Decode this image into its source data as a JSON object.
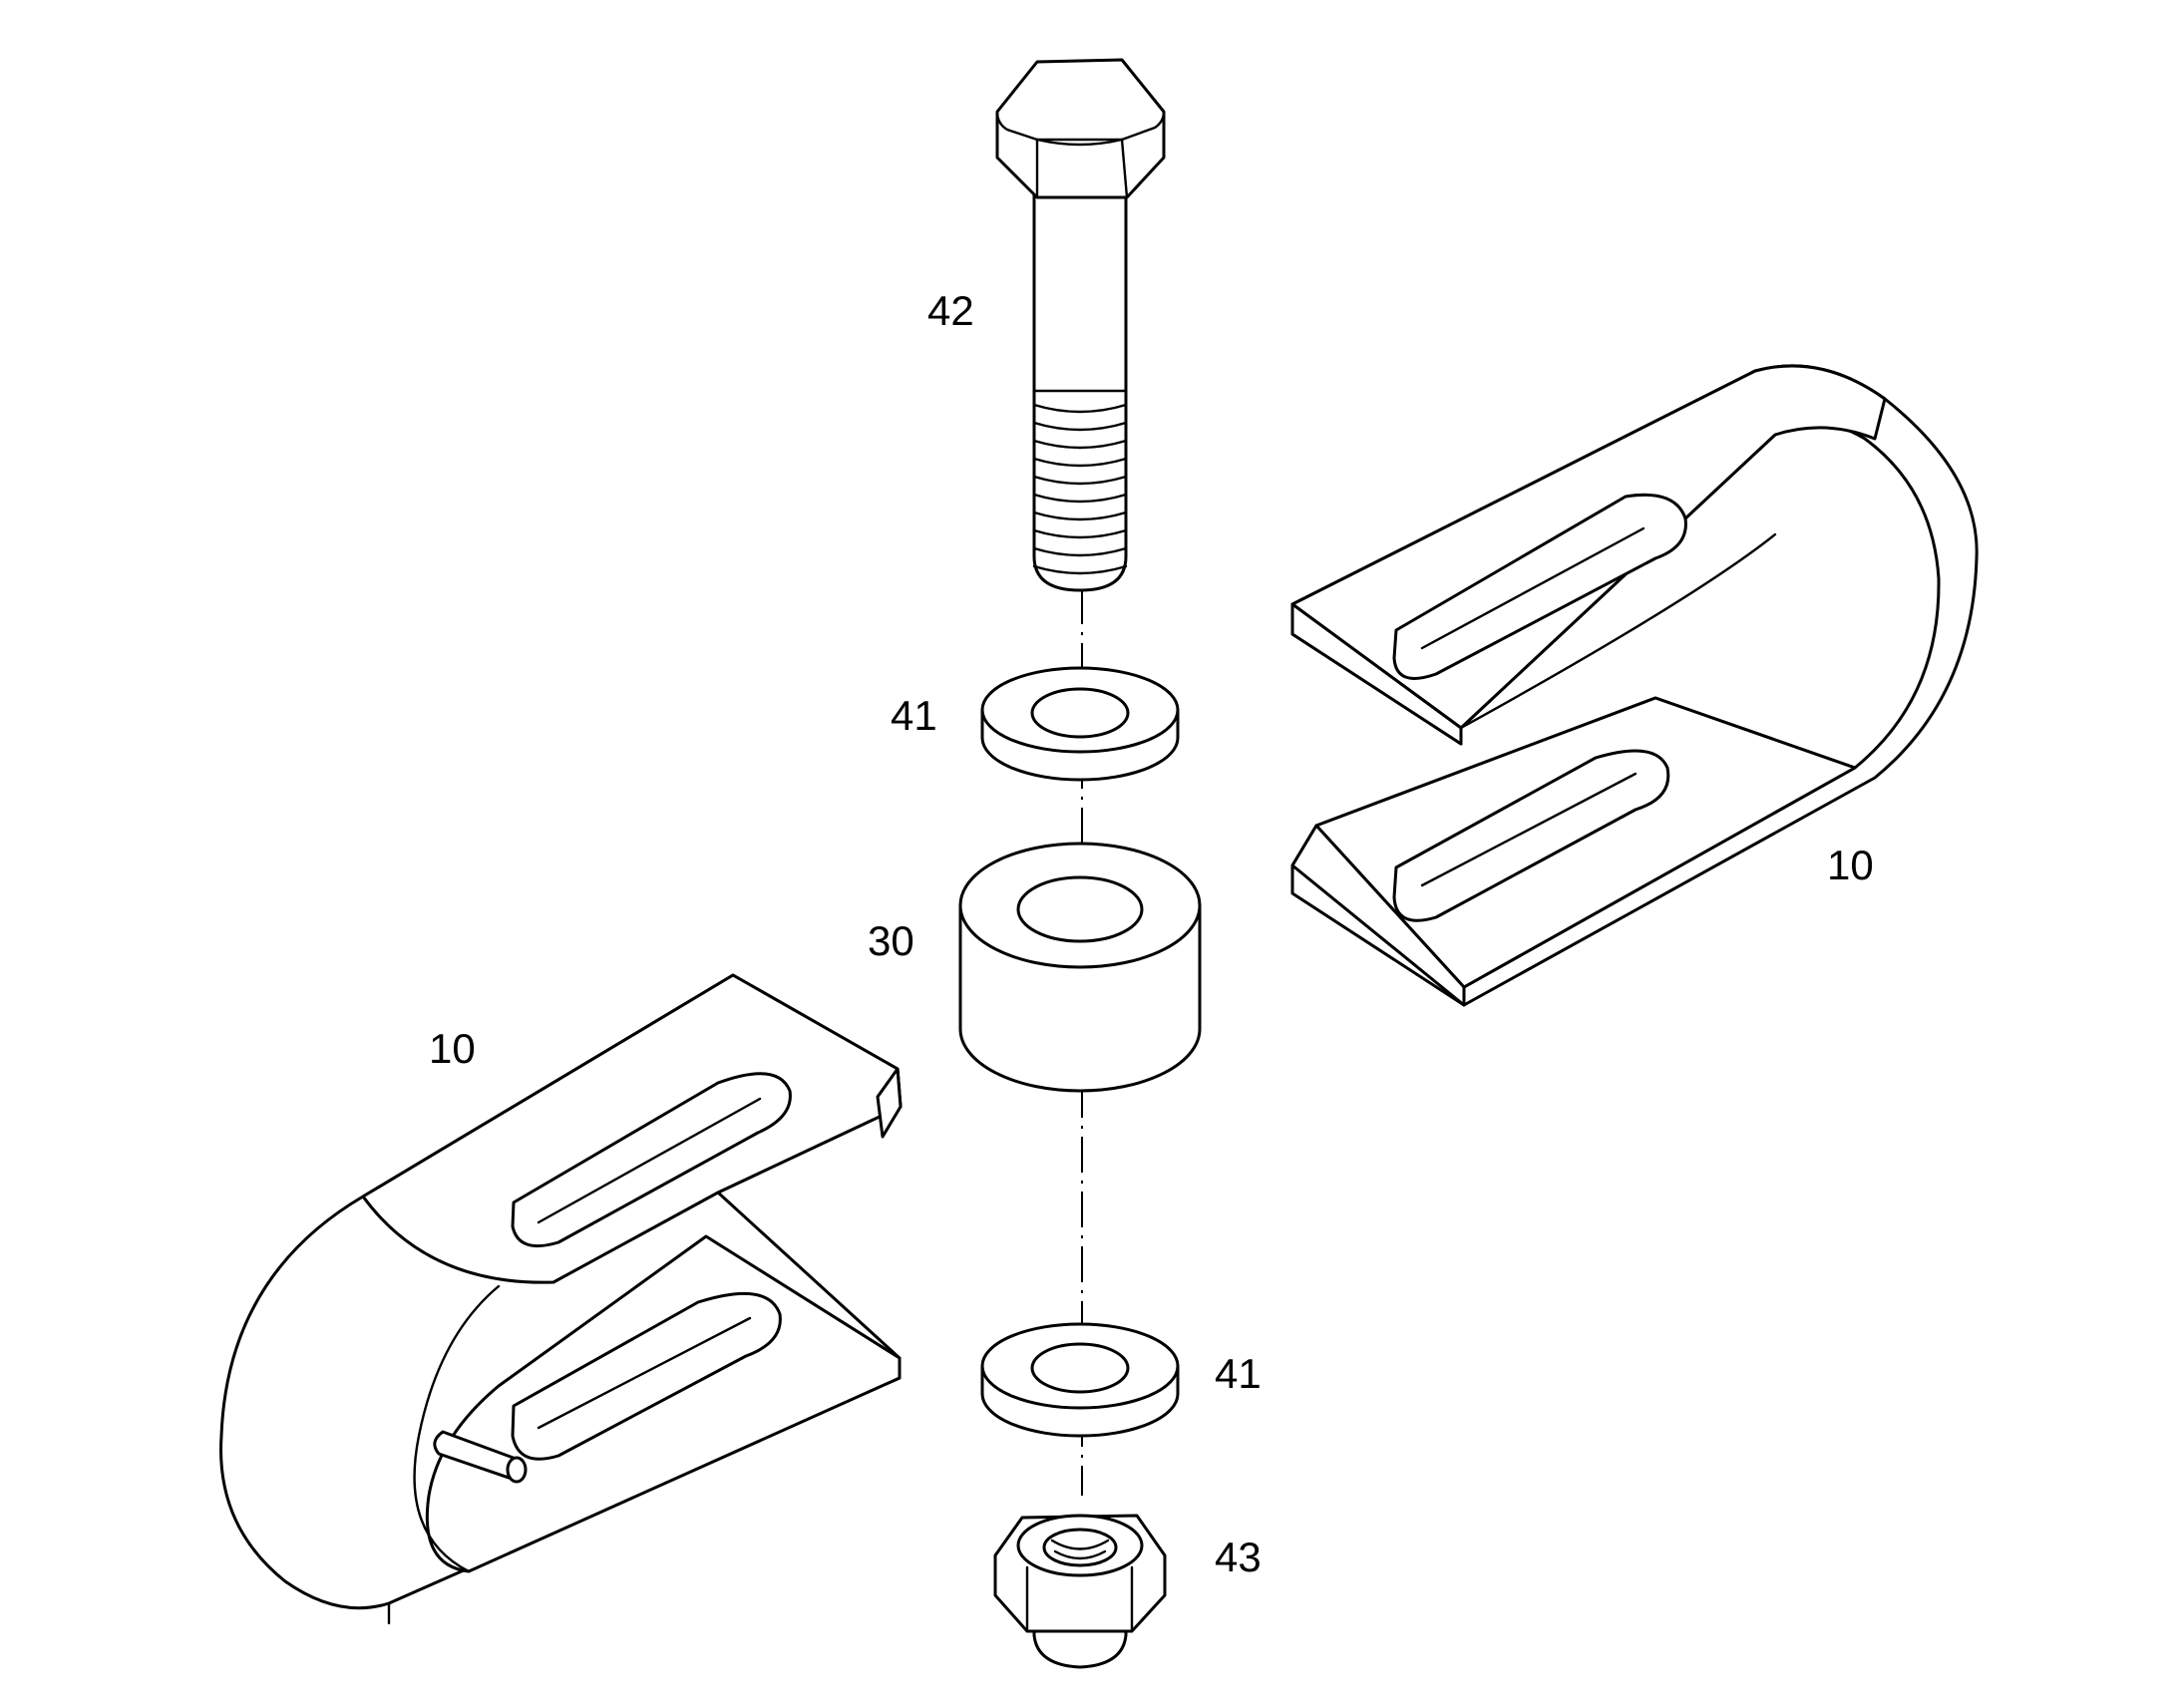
{
  "labels": {
    "bolt": "42",
    "washer_top": "41",
    "spacer": "30",
    "washer_bottom": "41",
    "nut": "43",
    "clamp_right": "10",
    "clamp_left": "10"
  },
  "colors": {
    "line": "#000000",
    "background": "#ffffff"
  }
}
